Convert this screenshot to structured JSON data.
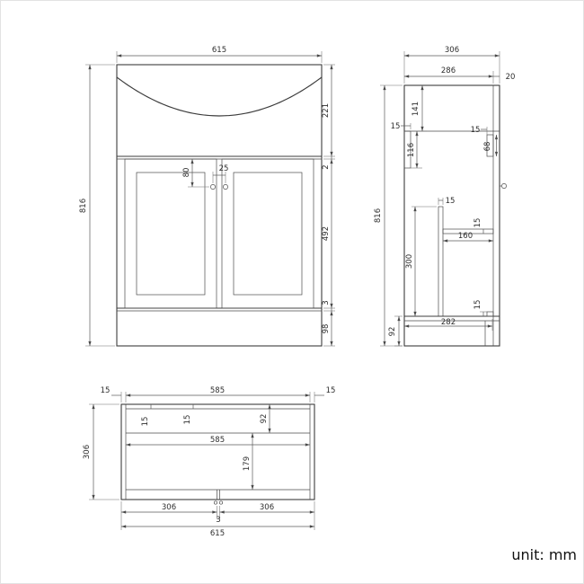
{
  "meta": {
    "unit_label": "unit: mm"
  },
  "front": {
    "width": "615",
    "height": "816",
    "basin_height": "221",
    "top_gap": "2",
    "door_height": "492",
    "bottom_gap": "3",
    "plinth_height": "98",
    "handle_drop": "80",
    "handle_spacing": "25"
  },
  "side": {
    "depth": "306",
    "body_depth": "286",
    "overhang": "20",
    "height": "816",
    "rail_top_offset": "141",
    "rail_width": "15",
    "rail_height": "116",
    "front_rail_width": "15",
    "front_rail_height": "68",
    "divider_thickness": "15",
    "divider_height": "300",
    "shelf_thickness": "15",
    "shelf_depth": "160",
    "bottom_rail": "15",
    "bottom_depth": "282",
    "plinth_height": "92"
  },
  "plan": {
    "wall_left": "15",
    "inner_width_top": "585",
    "wall_right": "15",
    "depth": "306",
    "back_wall_a": "15",
    "back_wall_b": "15",
    "basin_depth": "92",
    "inner_width": "585",
    "inner_depth": "179",
    "door_left": "306",
    "door_gap": "3",
    "door_right": "306",
    "total_width": "615"
  }
}
